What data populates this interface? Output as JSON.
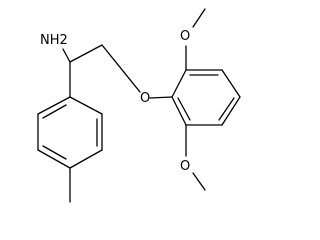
{
  "structure": {
    "atom_labels": {
      "amine": "NH2",
      "ether_oxygen": "O",
      "methoxy_oxygen_top": "O",
      "methoxy_oxygen_bottom": "O"
    }
  }
}
